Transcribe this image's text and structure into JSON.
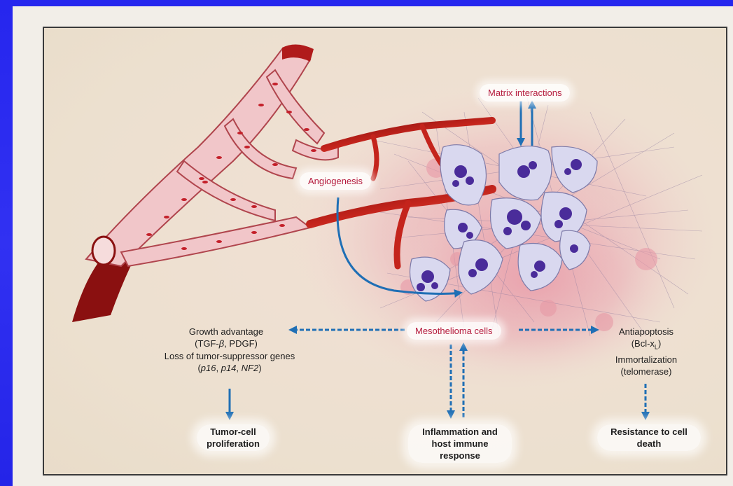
{
  "diagram": {
    "matrix_interactions": "Matrix interactions",
    "angiogenesis": "Angiogenesis",
    "mesothelioma_cells": "Mesothelioma cells",
    "growth_line1": "Growth advantage",
    "growth_line2a": "(TGF-",
    "growth_line2_beta": "β",
    "growth_line2b": ", PDGF)",
    "loss_line1": "Loss of tumor-suppressor genes",
    "loss_genes_open": "(",
    "gene1": "p16",
    "gene_sep1": ", ",
    "gene2": "p14",
    "gene_sep2": ", ",
    "gene3": "NF2",
    "loss_genes_close": ")",
    "tumor_line1": "Tumor-cell",
    "tumor_line2": "proliferation",
    "inflam_line1": "Inflammation and",
    "inflam_line2": "host immune",
    "inflam_line3": "response",
    "anti_line1": "Antiapoptosis",
    "anti_line2a": "(Bcl-x",
    "anti_line2_sub": "L",
    "anti_line2b": ")",
    "anti_line3": "Immortalization",
    "anti_line4": "(telomerase)",
    "resist_line1": "Resistance to cell",
    "resist_line2": "death"
  },
  "colors": {
    "slide_background": "#2b2bf0",
    "arrow_blue": "#1f6fb5",
    "label_red": "#b51c3e",
    "vessel_red": "#c4241c",
    "cell_purple": "#4a2c9a"
  }
}
